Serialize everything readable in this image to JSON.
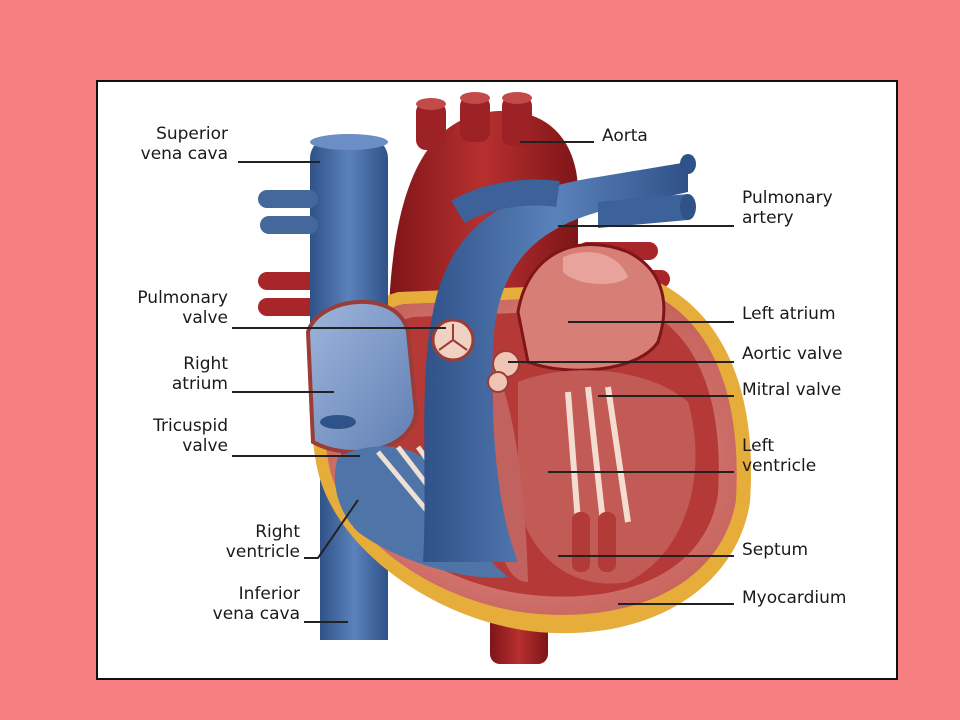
{
  "labels": {
    "superior_vena_cava": [
      "Superior",
      "vena cava"
    ],
    "pulmonary_valve": [
      "Pulmonary",
      "valve"
    ],
    "right_atrium": [
      "Right",
      "atrium"
    ],
    "tricuspid_valve": [
      "Tricuspid",
      "valve"
    ],
    "right_ventricle": [
      "Right",
      "ventricle"
    ],
    "inferior_vena_cava": [
      "Inferior",
      "vena cava"
    ],
    "aorta": [
      "Aorta"
    ],
    "pulmonary_artery": [
      "Pulmonary",
      "artery"
    ],
    "left_atrium": [
      "Left atrium"
    ],
    "aortic_valve": [
      "Aortic valve"
    ],
    "mitral_valve": [
      "Mitral valve"
    ],
    "left_ventricle": [
      "Left",
      "ventricle"
    ],
    "septum": [
      "Septum"
    ],
    "myocardium": [
      "Myocardium"
    ]
  },
  "colors": {
    "background": "#f77f82",
    "artery_red": "#a8262a",
    "vein_blue": "#4f74a8",
    "fat_yellow": "#e8b23a",
    "chamber_blue": "#7f9ccb",
    "muscle_pink": "#cc6a66"
  }
}
